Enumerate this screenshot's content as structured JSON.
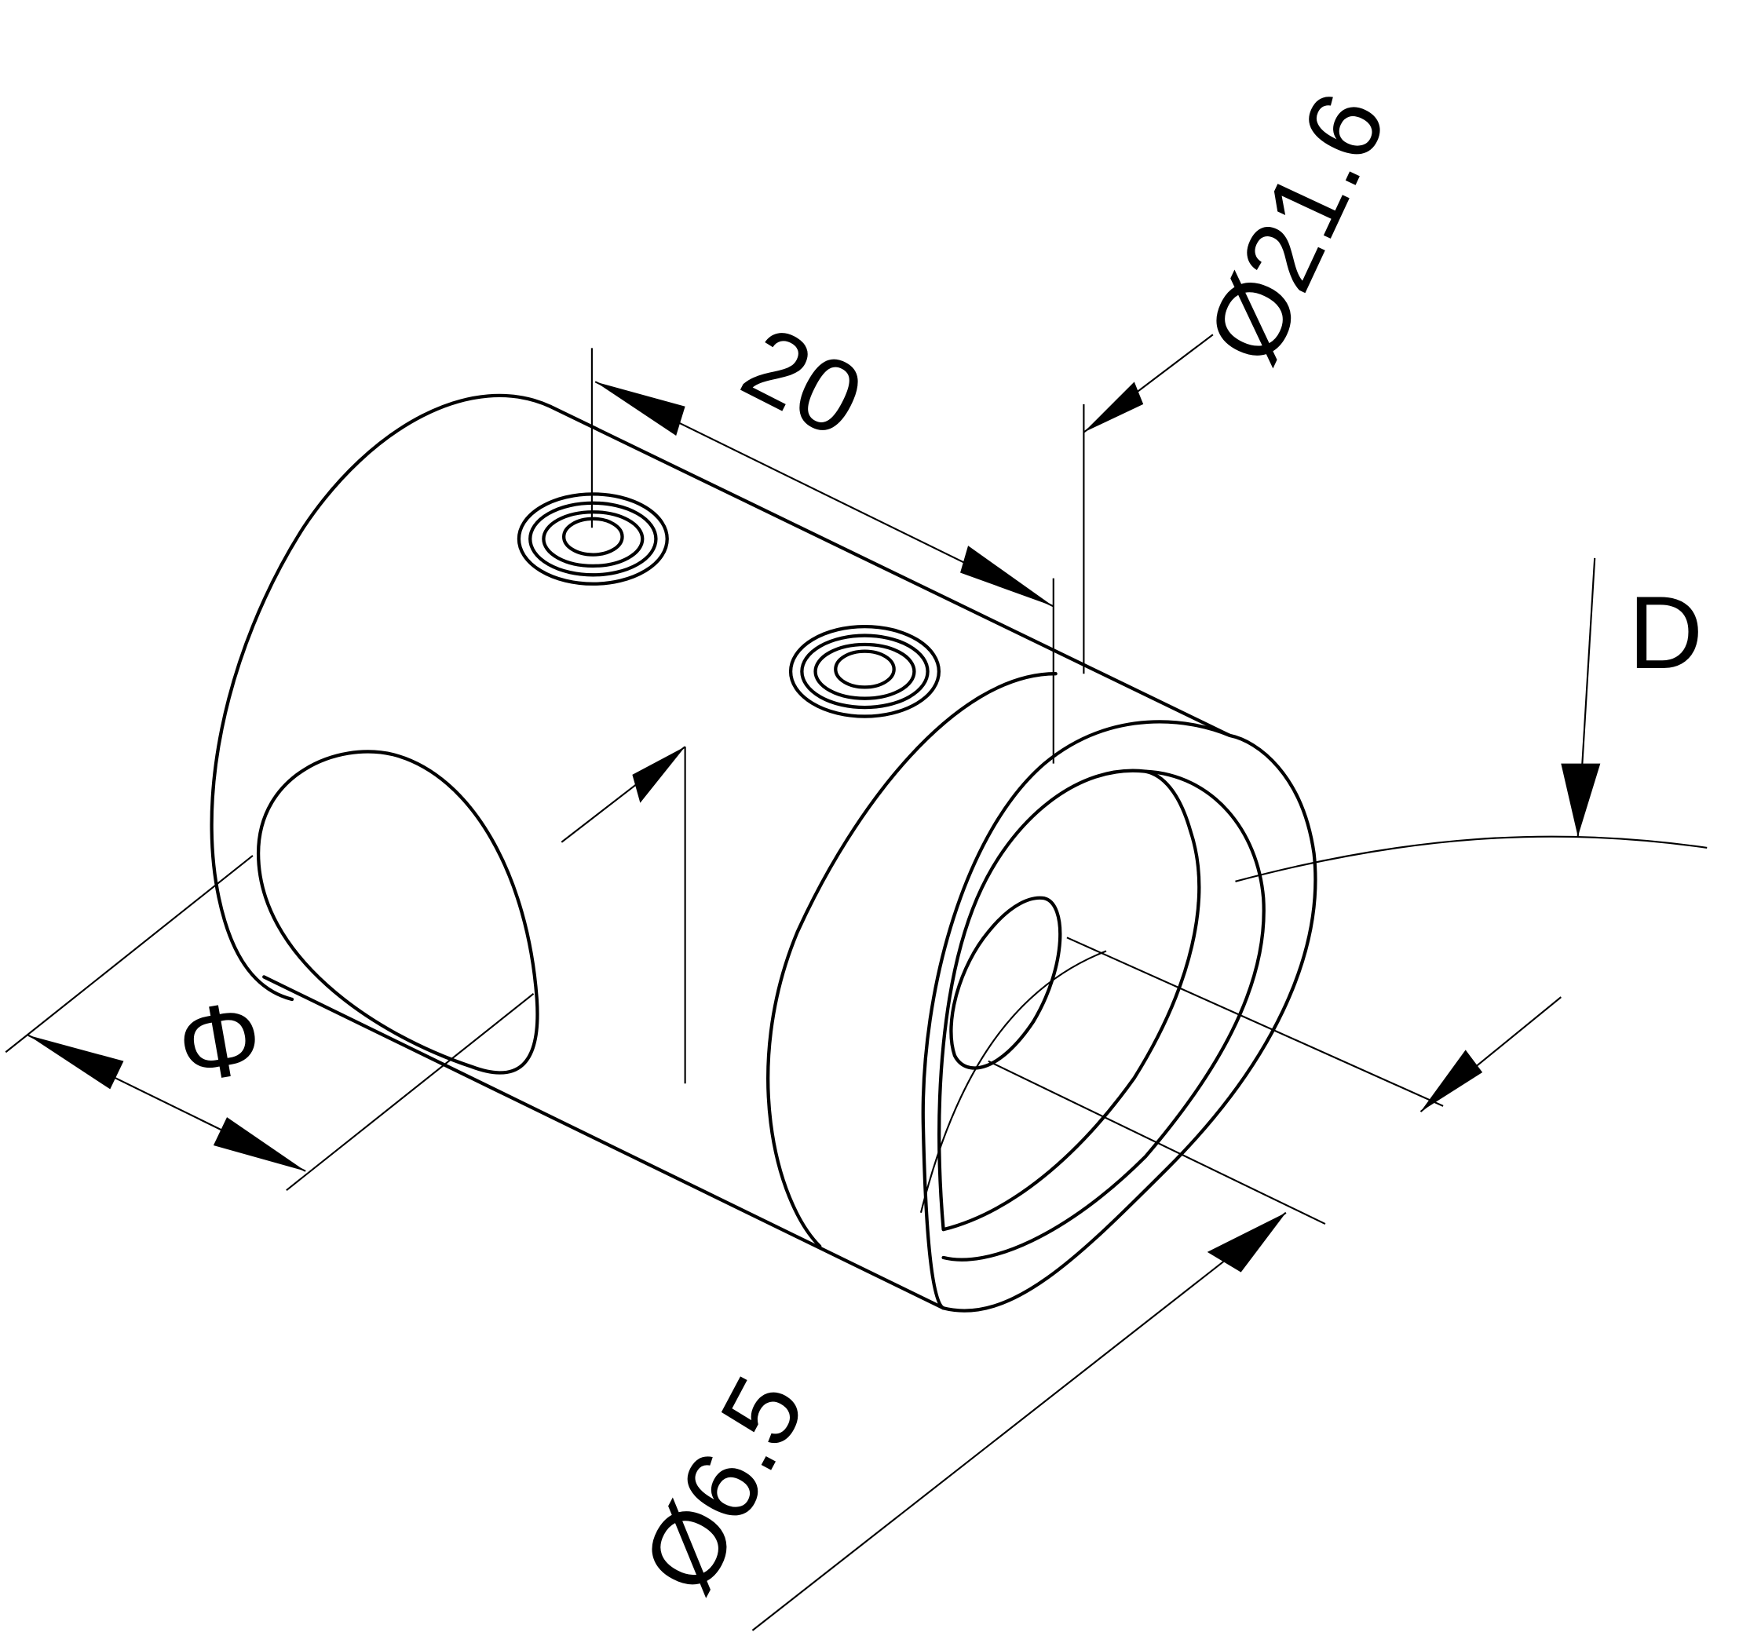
{
  "drawing": {
    "dimensions": {
      "length": "20",
      "outer_diameter": "Ø21.6",
      "tube_diameter_symbol": "D",
      "hole_diameter_symbol": "Φ",
      "bore_diameter": "Ø6.5"
    },
    "line_color": "#000000",
    "background_color": "#ffffff"
  }
}
